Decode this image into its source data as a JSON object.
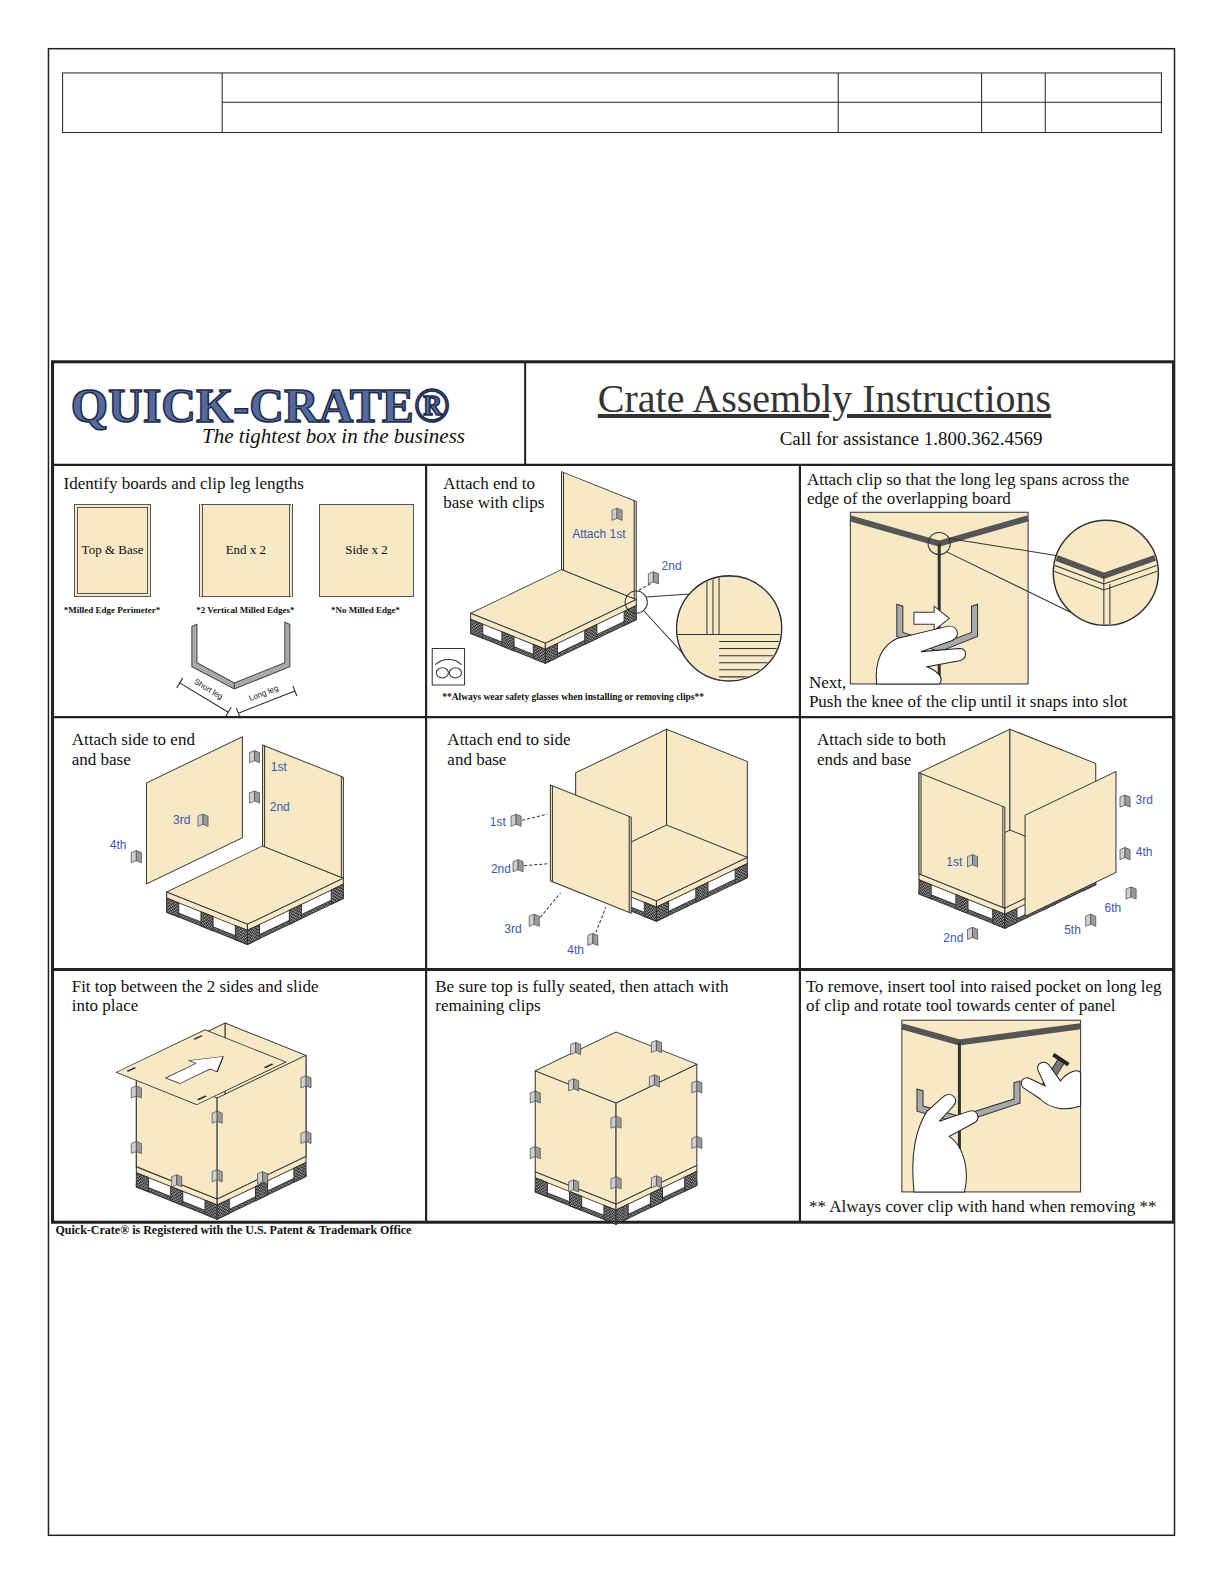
{
  "diagram": {
    "nodes": [
      {
        "text": [
          "QUICK-CRATE®",
          "The tightest box in the business"
        ]
      },
      {
        "text": [
          "Crate Assembly Instructions",
          "Call for assistance 1.800.362.4569"
        ]
      },
      {
        "text": [
          "Identify boards and clip leg lengths"
        ]
      },
      {
        "text": [
          "Top & Base"
        ],
        "in": 2
      },
      {
        "text": [
          "End x 2"
        ],
        "in": 2
      },
      {
        "text": [
          "Side x 2"
        ],
        "in": 2
      },
      {
        "text": [
          "Attach end to base with clips",
          "**Always wear safety glasses when installing or removing clips**"
        ]
      },
      {
        "text": [
          "Attach clip so that the long leg spans across the edge of the overlapping board",
          "Next,",
          "Push the knee of the clip until it snaps into slot"
        ]
      },
      {
        "text": [
          "Attach side to end and base"
        ]
      },
      {
        "text": [
          "Attach end to side and base"
        ]
      },
      {
        "text": [
          "Attach side to both ends and base"
        ]
      },
      {
        "text": [
          "Fit top between the 2 sides and slide into place"
        ]
      },
      {
        "text": [
          "Be sure top is fully seated, then attach with remaining clips"
        ]
      },
      {
        "text": [
          "To remove, insert tool into raised pocket on long leg of clip and rotate tool towards center of panel",
          "** Always cover clip with hand when removing **"
        ]
      }
    ],
    "labels": [
      "*Milled Edge Perimeter*",
      "*2 Vertical Milled Edges*",
      "*No Milled Edge*",
      "Short leg",
      "Long leg",
      "Attach 1st",
      "2nd",
      "1st",
      "2nd",
      "3rd",
      "4th",
      "1st",
      "2nd",
      "3rd",
      "4th",
      "3rd",
      "4th",
      "1st",
      "2nd",
      "5th",
      "6th",
      "Quick-Crate® is Registered with the U.S. Patent & Trademark Office"
    ]
  }
}
